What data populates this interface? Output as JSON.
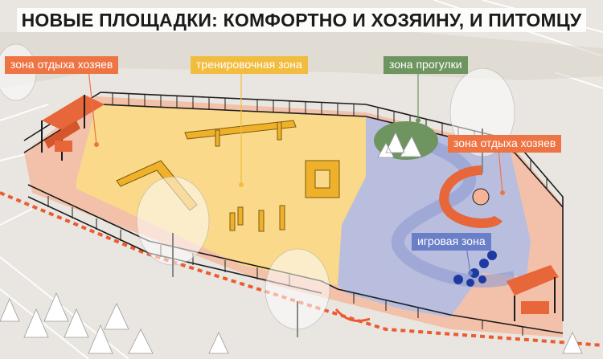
{
  "title": "НОВЫЕ ПЛОЩАДКИ: КОМФОРТНО И ХОЗЯИНУ, И ПИТОМЦУ",
  "zones": {
    "owner_rest_left": {
      "label": "зона отдыха хозяев",
      "color": "#ee7444"
    },
    "training": {
      "label": "тренировочная зона",
      "color": "#f2bc3f"
    },
    "walking": {
      "label": "зона прогулки",
      "color": "#6e9560"
    },
    "owner_rest_right": {
      "label": "зона отдыха хозяев",
      "color": "#ee7444"
    },
    "play": {
      "label": "игровая зона",
      "color": "#6b7fc9"
    }
  },
  "colors": {
    "ground": "#e9e6e1",
    "training_surface": "#fad98a",
    "play_surface": "#b9bedf",
    "rest_surface": "#f5b497",
    "equipment": "#f0b12a",
    "shelter": "#e7663a",
    "fence": "#1c1c1c",
    "walkway": "#ec5a2e"
  }
}
